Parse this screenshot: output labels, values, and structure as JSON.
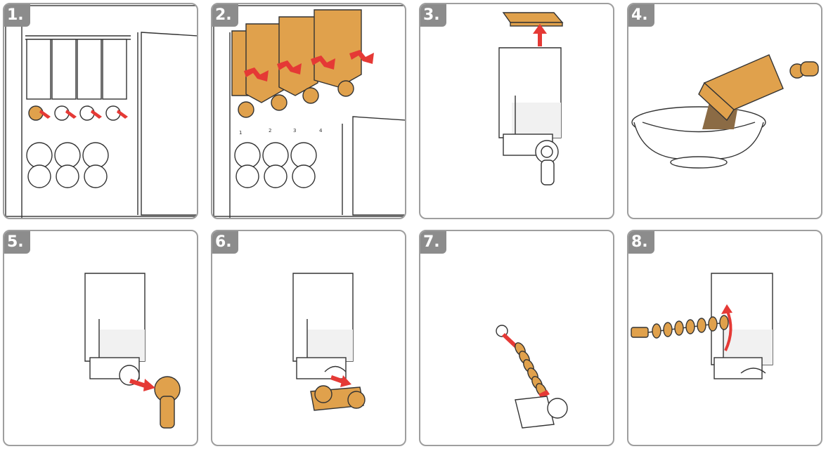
{
  "steps": [
    {
      "label": "1."
    },
    {
      "label": "2."
    },
    {
      "label": "3."
    },
    {
      "label": "4."
    },
    {
      "label": "5."
    },
    {
      "label": "6."
    },
    {
      "label": "7."
    },
    {
      "label": "8."
    }
  ],
  "machine": {
    "canister_numbers": [
      "1",
      "2",
      "3",
      "4"
    ]
  },
  "colors": {
    "highlight": "#e0a14c",
    "arrow": "#e53935",
    "badge": "#8c8c8c",
    "frame": "#9e9e9e",
    "powder": "#8b6b45"
  }
}
